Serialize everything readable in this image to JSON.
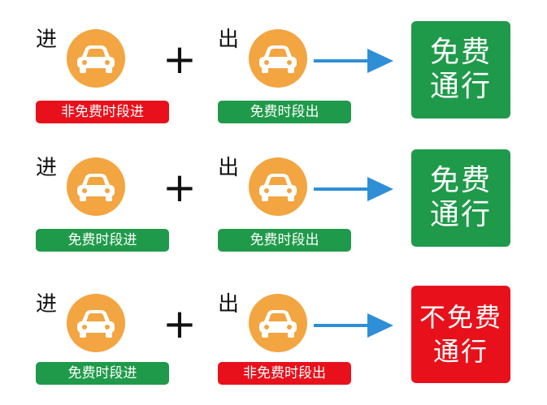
{
  "colors": {
    "green": "#1f9a4a",
    "red": "#e8111b",
    "orange": "#f2a541",
    "arrow_blue": "#2e8fd6"
  },
  "rows": [
    {
      "in_label": "进",
      "in_tag": "非免费时段进",
      "in_tag_color": "red",
      "out_label": "出",
      "out_tag": "免费时段出",
      "out_tag_color": "green",
      "plus": "+",
      "result_line1": "免费",
      "result_line2": "通行",
      "result_color": "green"
    },
    {
      "in_label": "进",
      "in_tag": "免费时段进",
      "in_tag_color": "green",
      "out_label": "出",
      "out_tag": "免费时段出",
      "out_tag_color": "green",
      "plus": "+",
      "result_line1": "免费",
      "result_line2": "通行",
      "result_color": "green"
    },
    {
      "in_label": "进",
      "in_tag": "免费时段进",
      "in_tag_color": "green",
      "out_label": "出",
      "out_tag": "非免费时段出",
      "out_tag_color": "red",
      "plus": "+",
      "result_line1": "不免费",
      "result_line2": "通行",
      "result_color": "red"
    }
  ],
  "icons": {
    "car": "car-icon",
    "arrow": "right-arrow-icon"
  }
}
